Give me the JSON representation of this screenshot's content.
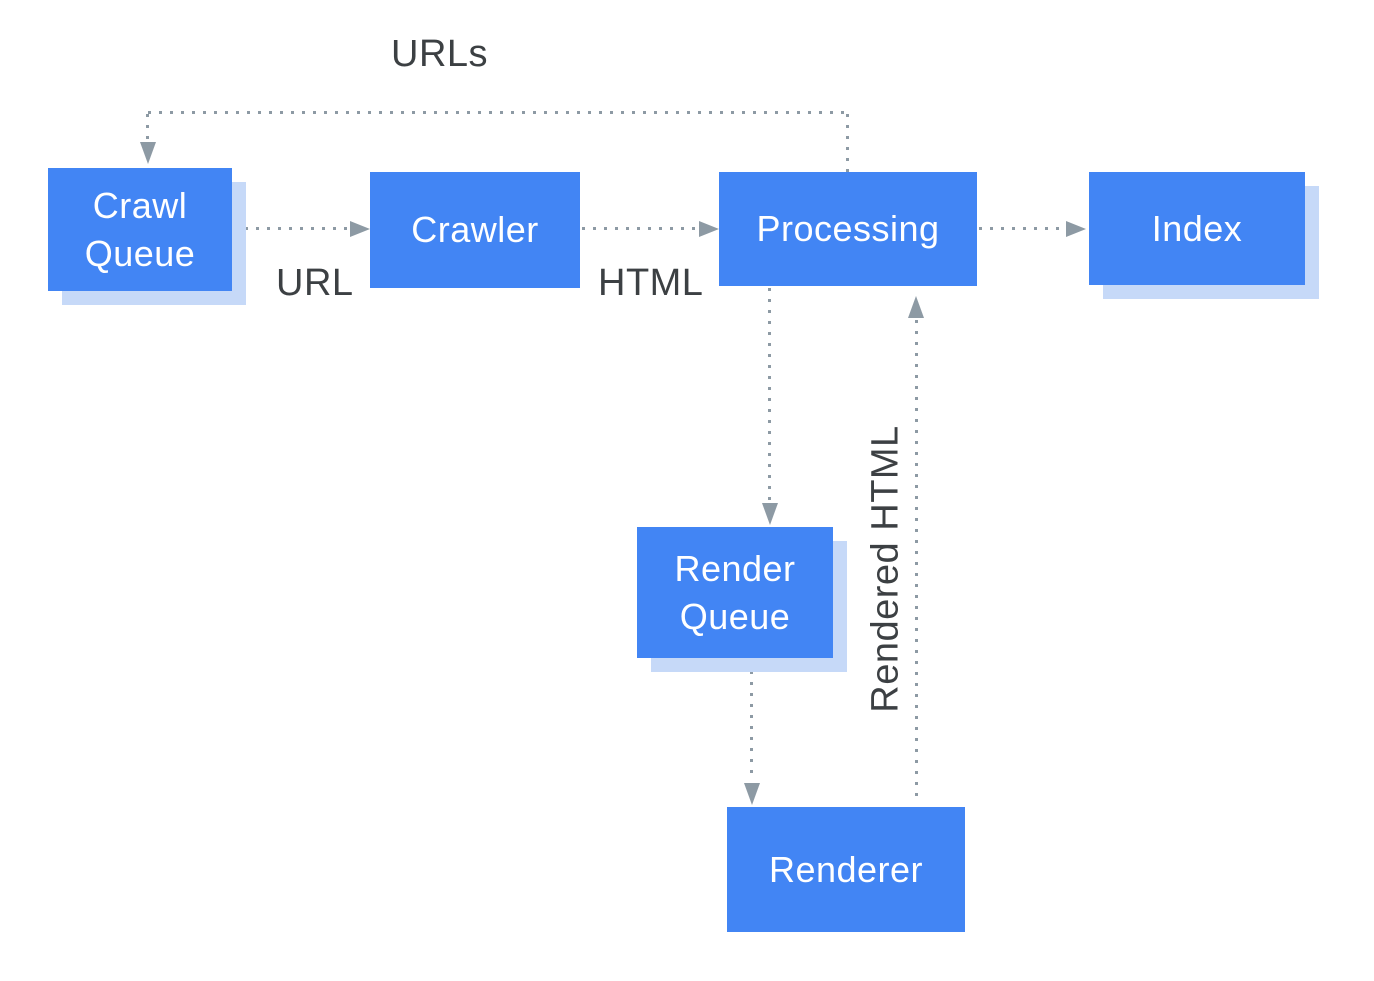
{
  "diagram": {
    "nodes": [
      {
        "id": "crawl-queue",
        "label": "Crawl Queue"
      },
      {
        "id": "crawler",
        "label": "Crawler"
      },
      {
        "id": "processing",
        "label": "Processing"
      },
      {
        "id": "index",
        "label": "Index"
      },
      {
        "id": "render-queue",
        "label": "Render Queue"
      },
      {
        "id": "renderer",
        "label": "Renderer"
      }
    ],
    "edges": [
      {
        "from": "processing",
        "to": "crawl-queue",
        "label": "URLs",
        "style": "dotted"
      },
      {
        "from": "crawl-queue",
        "to": "crawler",
        "label": "URL",
        "style": "dotted"
      },
      {
        "from": "crawler",
        "to": "processing",
        "label": "HTML",
        "style": "dotted"
      },
      {
        "from": "processing",
        "to": "index",
        "label": "",
        "style": "dotted"
      },
      {
        "from": "processing",
        "to": "render-queue",
        "label": "",
        "style": "dotted"
      },
      {
        "from": "render-queue",
        "to": "renderer",
        "label": "",
        "style": "dotted"
      },
      {
        "from": "renderer",
        "to": "processing",
        "label": "Rendered HTML",
        "style": "dotted"
      }
    ],
    "colors": {
      "node_fill": "#4285f4",
      "node_text": "#ffffff",
      "node_shadow": "#c6d9f8",
      "connector": "#8d9aa4",
      "label_text": "#3c4043",
      "background": "#ffffff"
    }
  }
}
